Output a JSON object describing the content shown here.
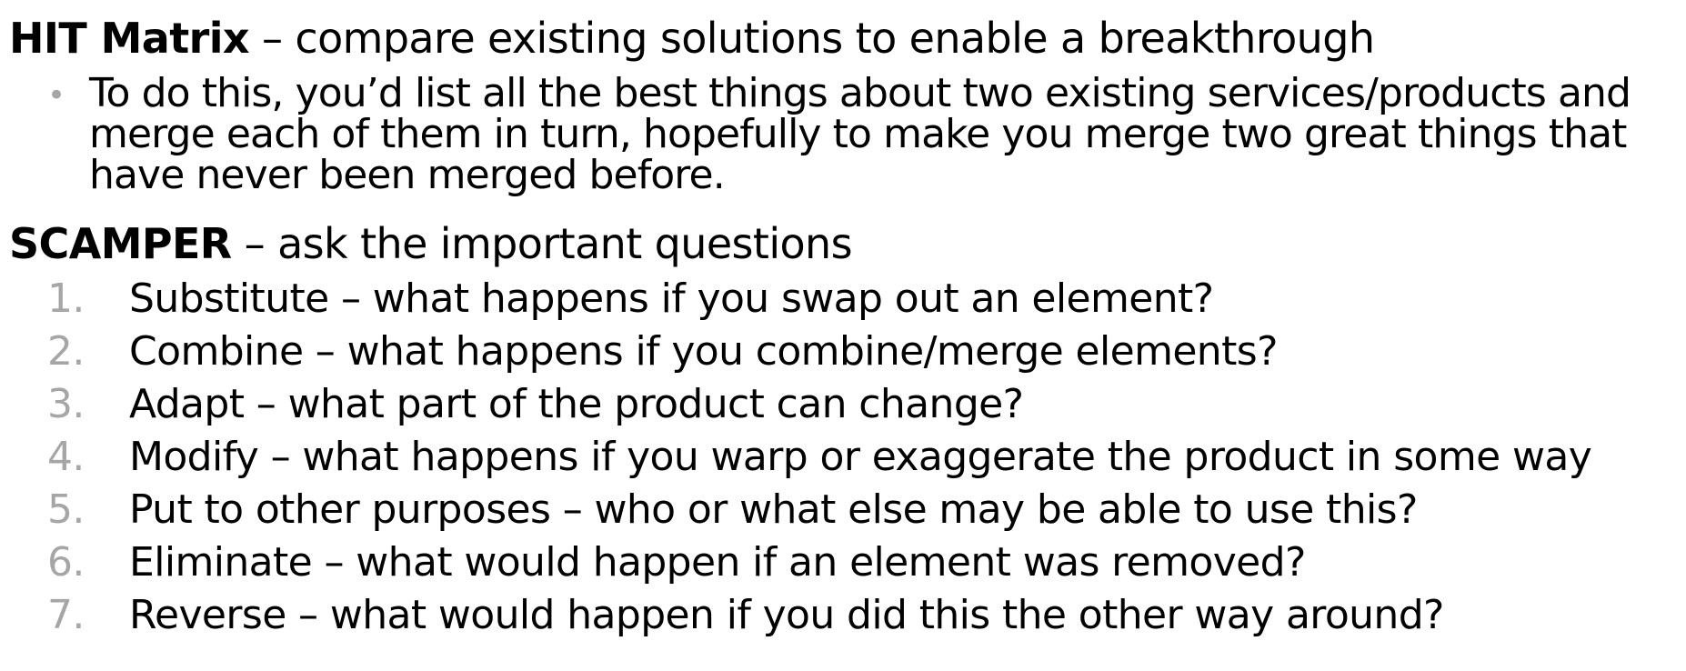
{
  "sections": [
    {
      "title_bold": "HIT Matrix",
      "title_rest": " – compare existing solutions to enable a breakthrough",
      "bullet": {
        "line1": "To do this, you’d list all the best things about two existing services/products and",
        "line2": "merge each of them in turn, hopefully to make you merge two great things that",
        "line3": "have never been merged before."
      }
    },
    {
      "title_bold": "SCAMPER",
      "title_rest": " – ask the important questions",
      "items": [
        {
          "num": "1.",
          "text": "Substitute – what happens if you swap out an element?"
        },
        {
          "num": "2.",
          "text": "Combine – what happens if you combine/merge elements?"
        },
        {
          "num": "3.",
          "text": "Adapt – what part of the product can change?"
        },
        {
          "num": "4.",
          "text": "Modify – what happens if you warp or exaggerate the product in some way"
        },
        {
          "num": "5.",
          "text": "Put to other purposes – who or what else may be able to use this?"
        },
        {
          "num": "6.",
          "text": "Eliminate – what would happen if an element was removed?"
        },
        {
          "num": "7.",
          "text": "Reverse – what would happen if you did this the other way around?"
        }
      ]
    }
  ],
  "colors": {
    "text": "#000000",
    "list_marker": "#a6a6a6",
    "background": "#ffffff"
  }
}
